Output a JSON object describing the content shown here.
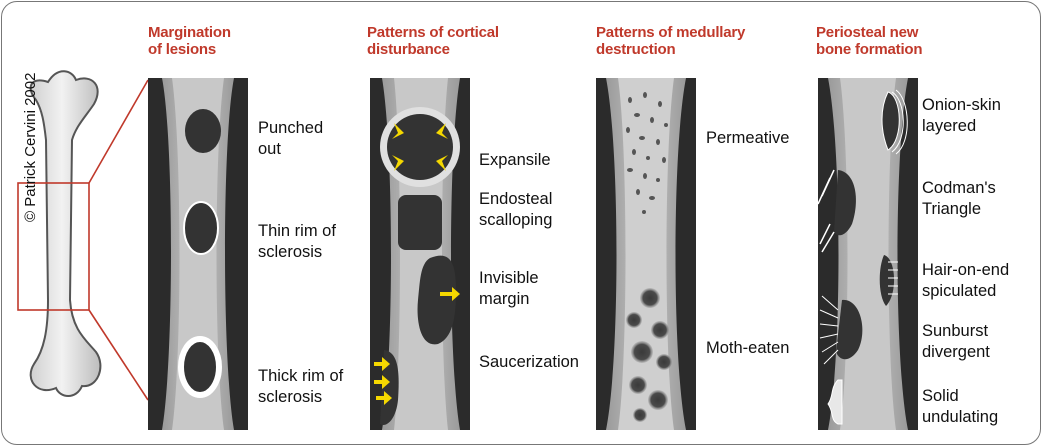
{
  "headings": {
    "margination": "Margination\nof lesions",
    "cortical": "Patterns of cortical\ndisturbance",
    "medullary": "Patterns of medullary\ndestruction",
    "periosteal": "Periosteal new\nbone formation"
  },
  "labels": {
    "punched_out": "Punched\nout",
    "thin_rim": "Thin rim of\nsclerosis",
    "thick_rim": "Thick rim of\nsclerosis",
    "expansile": "Expansile",
    "endosteal": "Endosteal\nscalloping",
    "invisible_margin": "Invisible\nmargin",
    "saucerization": "Saucerization",
    "permeative": "Permeative",
    "moth_eaten": "Moth-eaten",
    "onion_skin": "Onion-skin\nlayered",
    "codman": "Codman's\nTriangle",
    "hair_on_end": "Hair-on-end\nspiculated",
    "sunburst": "Sunburst\ndivergent",
    "solid": "Solid\nundulating"
  },
  "copyright": "© Patrick Cervini 2002",
  "colors": {
    "heading": "#c0392b",
    "connector": "#c0392b",
    "arrow": "#f5d800",
    "panel_bg": "#2b2b2b",
    "lesion": "#2e2e2e"
  }
}
